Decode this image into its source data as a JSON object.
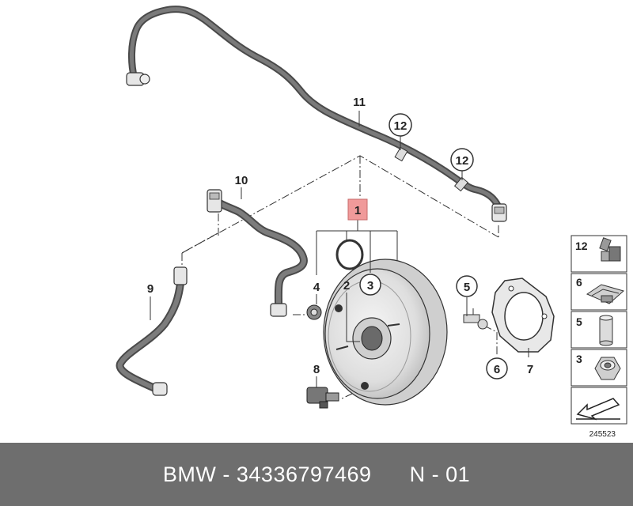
{
  "diagram": {
    "callouts": {
      "c1": "1",
      "c2": "2",
      "c3": "3",
      "c4": "4",
      "c5": "5",
      "c6": "6",
      "c7": "7",
      "c8": "8",
      "c9": "9",
      "c10": "10",
      "c11": "11",
      "c12a": "12",
      "c12b": "12"
    },
    "legend": {
      "l12": "12",
      "l6": "6",
      "l5": "5",
      "l3": "3"
    },
    "reference_number": "245523"
  },
  "footer": {
    "brand": "BMW",
    "separator": "-",
    "part_number": "34336797469",
    "variant": "N - 01"
  },
  "colors": {
    "footer_bg": "#6e6e6e",
    "highlight_box": "#f09a9a",
    "hose": "#5a5a5a",
    "booster": "#e2e2e2"
  }
}
